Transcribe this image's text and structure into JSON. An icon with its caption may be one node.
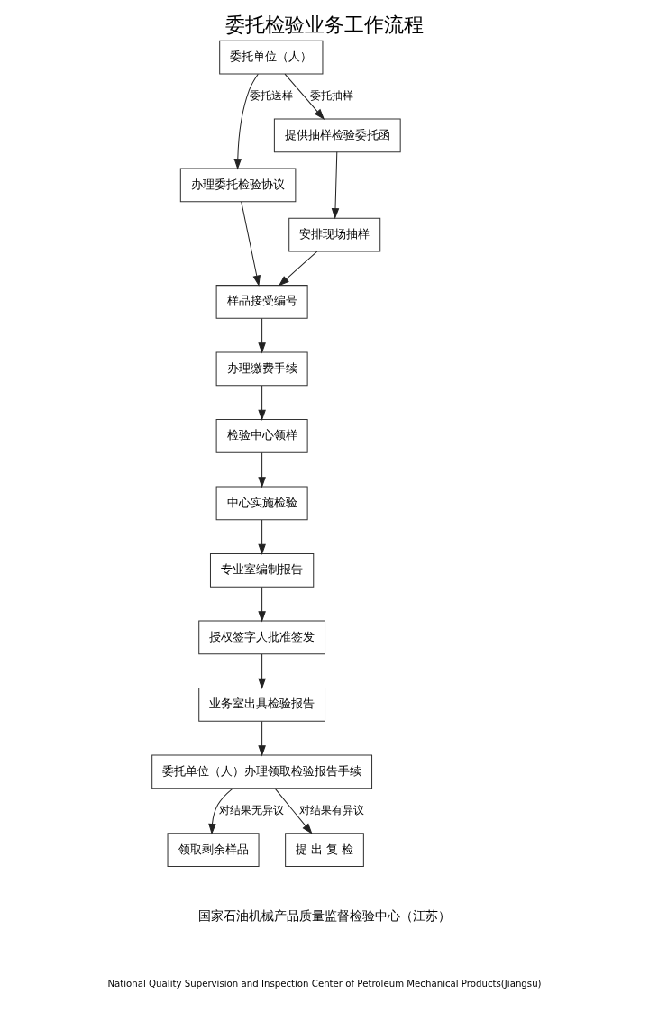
{
  "diagram": {
    "title": "委托检验业务工作流程",
    "nodes": [
      {
        "text": [
          "委托单位（人）"
        ]
      },
      {
        "text": [
          "办理委托检验协议"
        ]
      },
      {
        "text": [
          "提供抽样检验委托函"
        ]
      },
      {
        "text": [
          "安排现场抽样"
        ]
      },
      {
        "text": [
          "样品接受编号"
        ]
      },
      {
        "text": [
          "办理缴费手续"
        ]
      },
      {
        "text": [
          "检验中心领样"
        ]
      },
      {
        "text": [
          "中心实施检验"
        ]
      },
      {
        "text": [
          "专业室编制报告"
        ]
      },
      {
        "text": [
          "授权签字人批准签发"
        ]
      },
      {
        "text": [
          "业务室出具检验报告"
        ]
      },
      {
        "text": [
          "委托单位（人）办理领取检验报告手续"
        ]
      },
      {
        "text": [
          "领取剩余样品"
        ]
      },
      {
        "text": [
          "提 出 复 检"
        ]
      }
    ],
    "edges": [
      {
        "from": 0,
        "to": 1,
        "arrow": "to",
        "label": "委托送样"
      },
      {
        "from": 0,
        "to": 2,
        "arrow": "to",
        "label": "委托抽样"
      },
      {
        "from": 1,
        "to": 4,
        "arrow": "to"
      },
      {
        "from": 2,
        "to": 3,
        "arrow": "to"
      },
      {
        "from": 3,
        "to": 4,
        "arrow": "to"
      },
      {
        "from": 4,
        "to": 5,
        "arrow": "to"
      },
      {
        "from": 5,
        "to": 6,
        "arrow": "to"
      },
      {
        "from": 6,
        "to": 7,
        "arrow": "to"
      },
      {
        "from": 7,
        "to": 8,
        "arrow": "to"
      },
      {
        "from": 8,
        "to": 9,
        "arrow": "to"
      },
      {
        "from": 9,
        "to": 10,
        "arrow": "to"
      },
      {
        "from": 10,
        "to": 11,
        "arrow": "to"
      },
      {
        "from": 11,
        "to": 12,
        "arrow": "to",
        "label": "对结果无异议"
      },
      {
        "from": 11,
        "to": 13,
        "arrow": "to",
        "label": "对结果有异议"
      }
    ],
    "labels": [
      "国家石油机械产品质量监督检验中心（江苏）",
      "National Quality Supervision and Inspection Center of Petroleum Mechanical Products(Jiangsu)"
    ]
  }
}
